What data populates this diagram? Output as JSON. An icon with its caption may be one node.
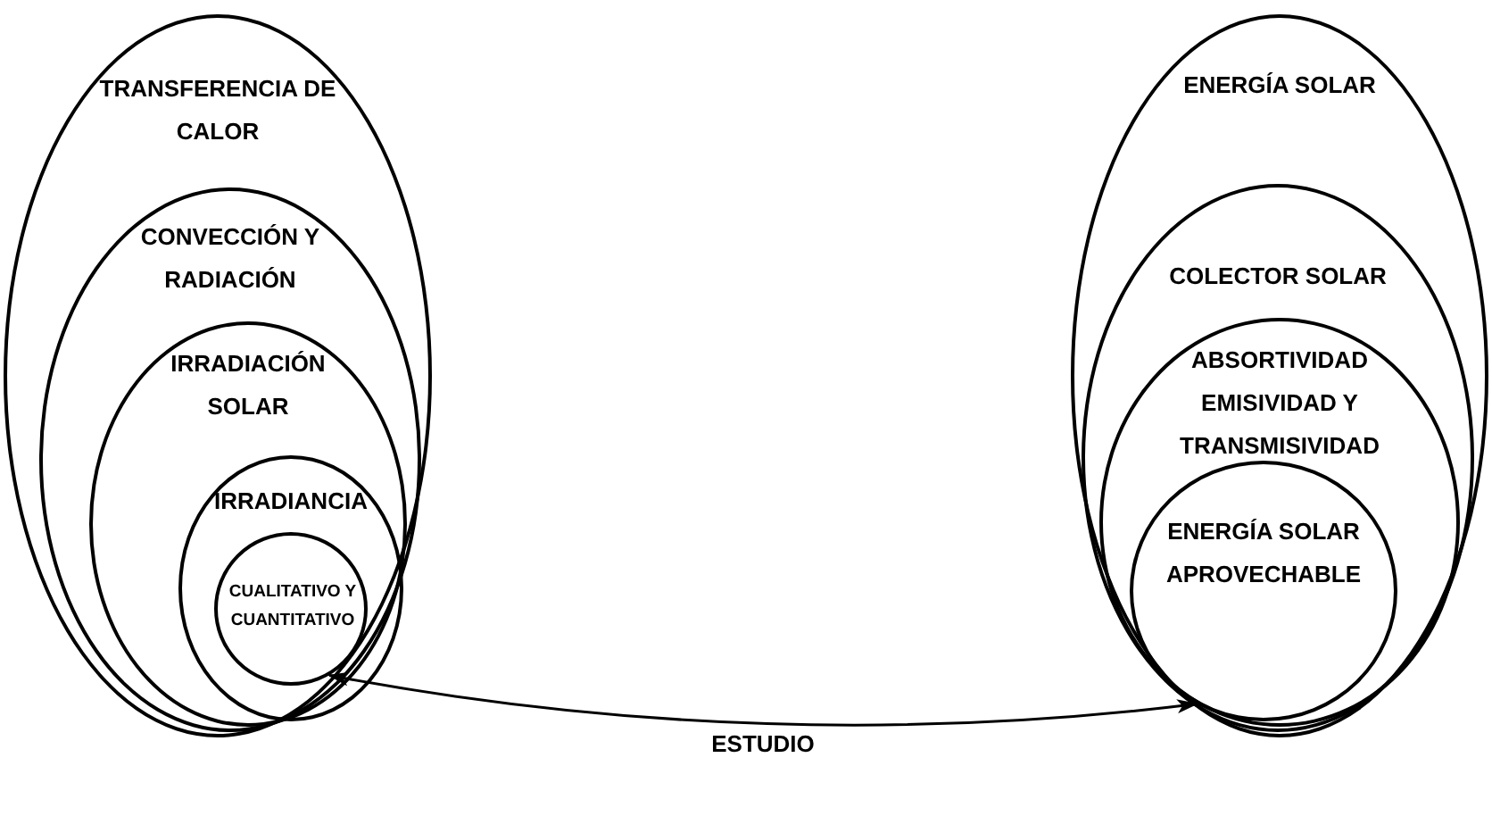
{
  "diagram": {
    "nodes": [
      {
        "text": [
          "TRANSFERENCIA DE CALOR"
        ]
      },
      {
        "text": [
          "CONVECCIÓN Y RADIACIÓN"
        ],
        "in": 0
      },
      {
        "text": [
          "IRRADIACIÓN SOLAR"
        ],
        "in": 1
      },
      {
        "text": [
          "IRRADIANCIA"
        ],
        "in": 2
      },
      {
        "text": [
          "CUALITATIVO Y CUANTITATIVO"
        ],
        "in": 3
      },
      {
        "text": [
          "ENERGÍA SOLAR"
        ]
      },
      {
        "text": [
          "COLECTOR SOLAR"
        ],
        "in": 5
      },
      {
        "text": [
          "ABSORTIVIDAD EMISIVIDAD Y TRANSMISIVIDAD"
        ],
        "in": 6
      },
      {
        "text": [
          "ENERGÍA SOLAR APROVECHABLE"
        ],
        "in": 7
      }
    ],
    "edges": [
      {
        "from": 4,
        "to": 8,
        "arrow": "both",
        "label": "ESTUDIO"
      }
    ]
  }
}
